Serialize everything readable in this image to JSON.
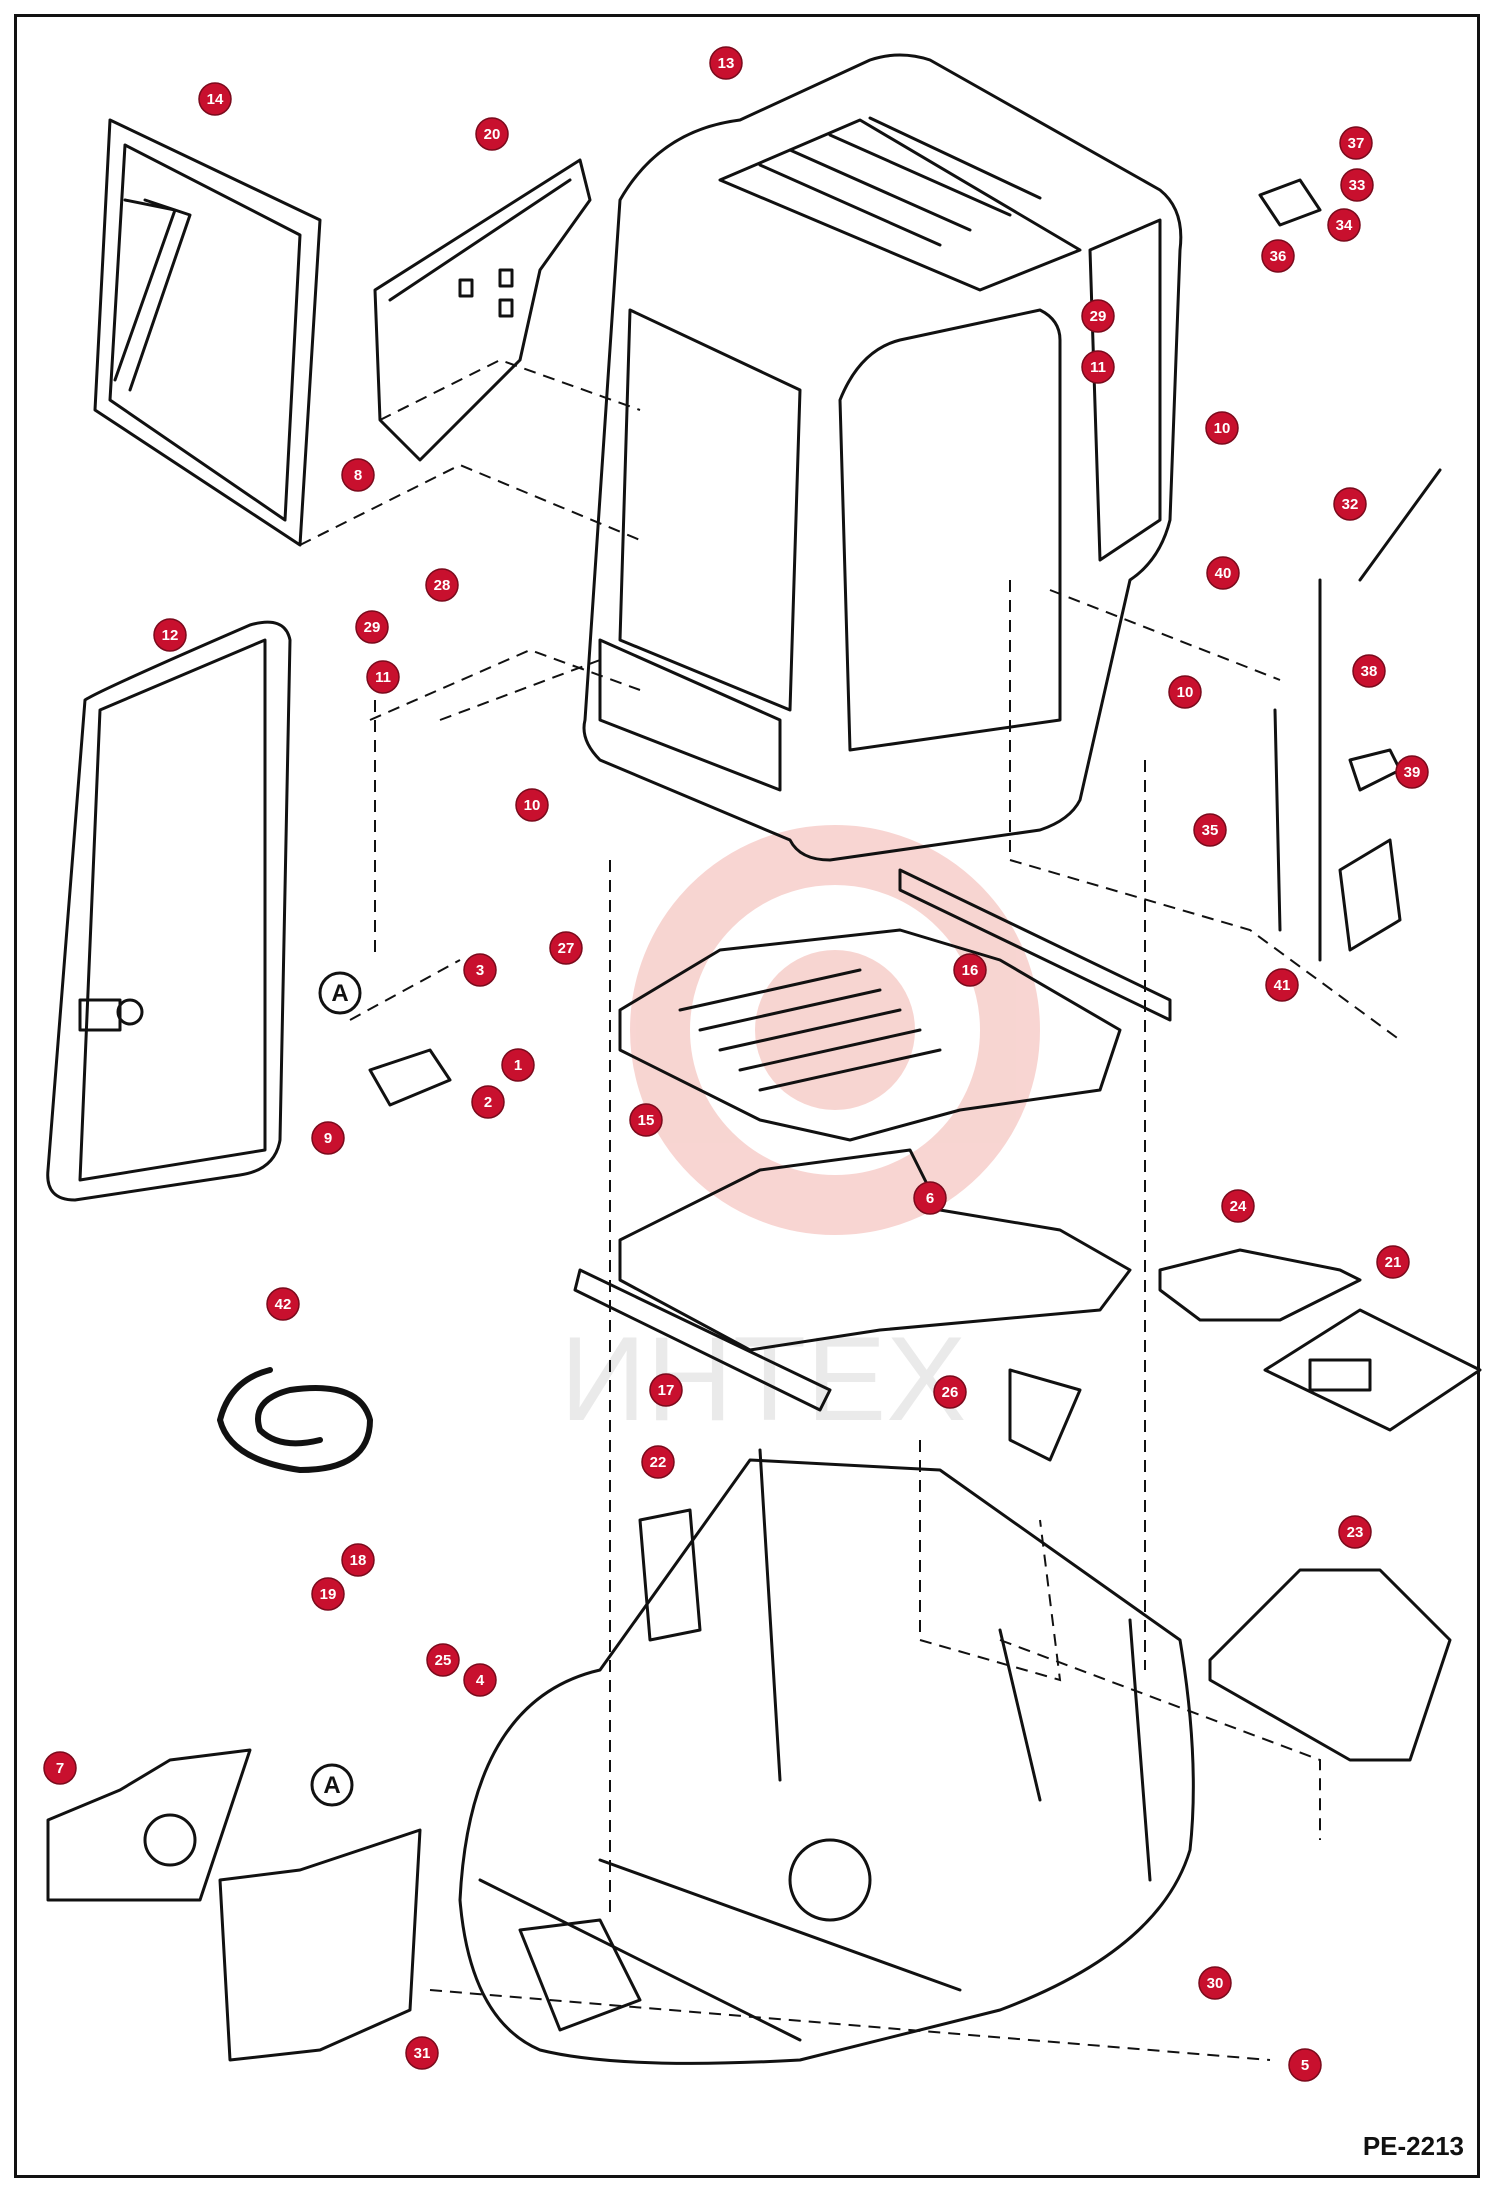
{
  "drawing_code": "PE-2213",
  "watermark_text": "ИНТЕХ",
  "colors": {
    "badge": "#c8102e",
    "line": "#111111",
    "watermark": "#f2b3ad"
  },
  "callouts": [
    {
      "num": "1"
    },
    {
      "num": "2"
    },
    {
      "num": "3"
    },
    {
      "num": "4"
    },
    {
      "num": "5"
    },
    {
      "num": "6"
    },
    {
      "num": "7"
    },
    {
      "num": "8"
    },
    {
      "num": "9"
    },
    {
      "num": "10"
    },
    {
      "num": "10"
    },
    {
      "num": "10"
    },
    {
      "num": "11"
    },
    {
      "num": "11"
    },
    {
      "num": "12"
    },
    {
      "num": "13"
    },
    {
      "num": "14"
    },
    {
      "num": "15"
    },
    {
      "num": "16"
    },
    {
      "num": "17"
    },
    {
      "num": "18"
    },
    {
      "num": "19"
    },
    {
      "num": "20"
    },
    {
      "num": "21"
    },
    {
      "num": "22"
    },
    {
      "num": "23"
    },
    {
      "num": "24"
    },
    {
      "num": "25"
    },
    {
      "num": "26"
    },
    {
      "num": "27"
    },
    {
      "num": "28"
    },
    {
      "num": "29"
    },
    {
      "num": "29"
    },
    {
      "num": "30"
    },
    {
      "num": "31"
    },
    {
      "num": "32"
    },
    {
      "num": "33"
    },
    {
      "num": "34"
    },
    {
      "num": "35"
    },
    {
      "num": "36"
    },
    {
      "num": "37"
    },
    {
      "num": "38"
    },
    {
      "num": "39"
    },
    {
      "num": "40"
    },
    {
      "num": "41"
    },
    {
      "num": "42"
    }
  ],
  "reference_markers": [
    {
      "letter": "A"
    },
    {
      "letter": "A"
    }
  ]
}
